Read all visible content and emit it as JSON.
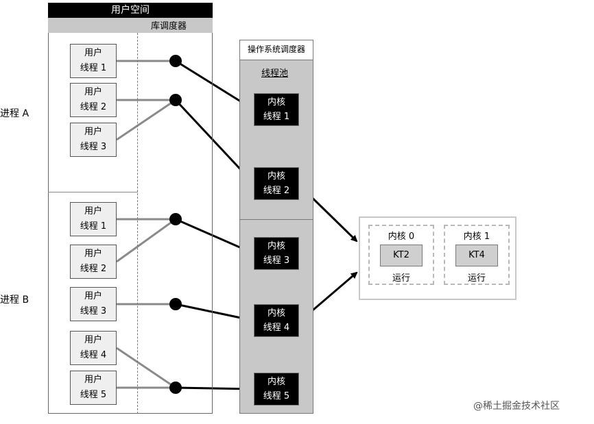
{
  "user_space": {
    "title": "用户空间",
    "library_scheduler": "库调度器"
  },
  "os_scheduler": {
    "title": "操作系统调度器",
    "thread_pool": "线程池"
  },
  "processes": [
    {
      "label": "进程 A"
    },
    {
      "label": "进程 B"
    }
  ],
  "user_threads": [
    {
      "line1": "用户",
      "line2": "线程 1"
    },
    {
      "line1": "用户",
      "line2": "线程 2"
    },
    {
      "line1": "用户",
      "line2": "线程 3"
    },
    {
      "line1": "用户",
      "line2": "线程 1"
    },
    {
      "line1": "用户",
      "line2": "线程 2"
    },
    {
      "line1": "用户",
      "line2": "线程 3"
    },
    {
      "line1": "用户",
      "line2": "线程 4"
    },
    {
      "line1": "用户",
      "line2": "线程 5"
    }
  ],
  "kernel_threads": [
    {
      "line1": "内核",
      "line2": "线程 1"
    },
    {
      "line1": "内核",
      "line2": "线程 2"
    },
    {
      "line1": "内核",
      "line2": "线程 3"
    },
    {
      "line1": "内核",
      "line2": "线程 4"
    },
    {
      "line1": "内核",
      "line2": "线程 5"
    }
  ],
  "cores": [
    {
      "title": "内核 0",
      "running": "KT2",
      "status": "运行"
    },
    {
      "title": "内核 1",
      "running": "KT4",
      "status": "运行"
    }
  ],
  "watermark": "@稀土掘金技术社区"
}
